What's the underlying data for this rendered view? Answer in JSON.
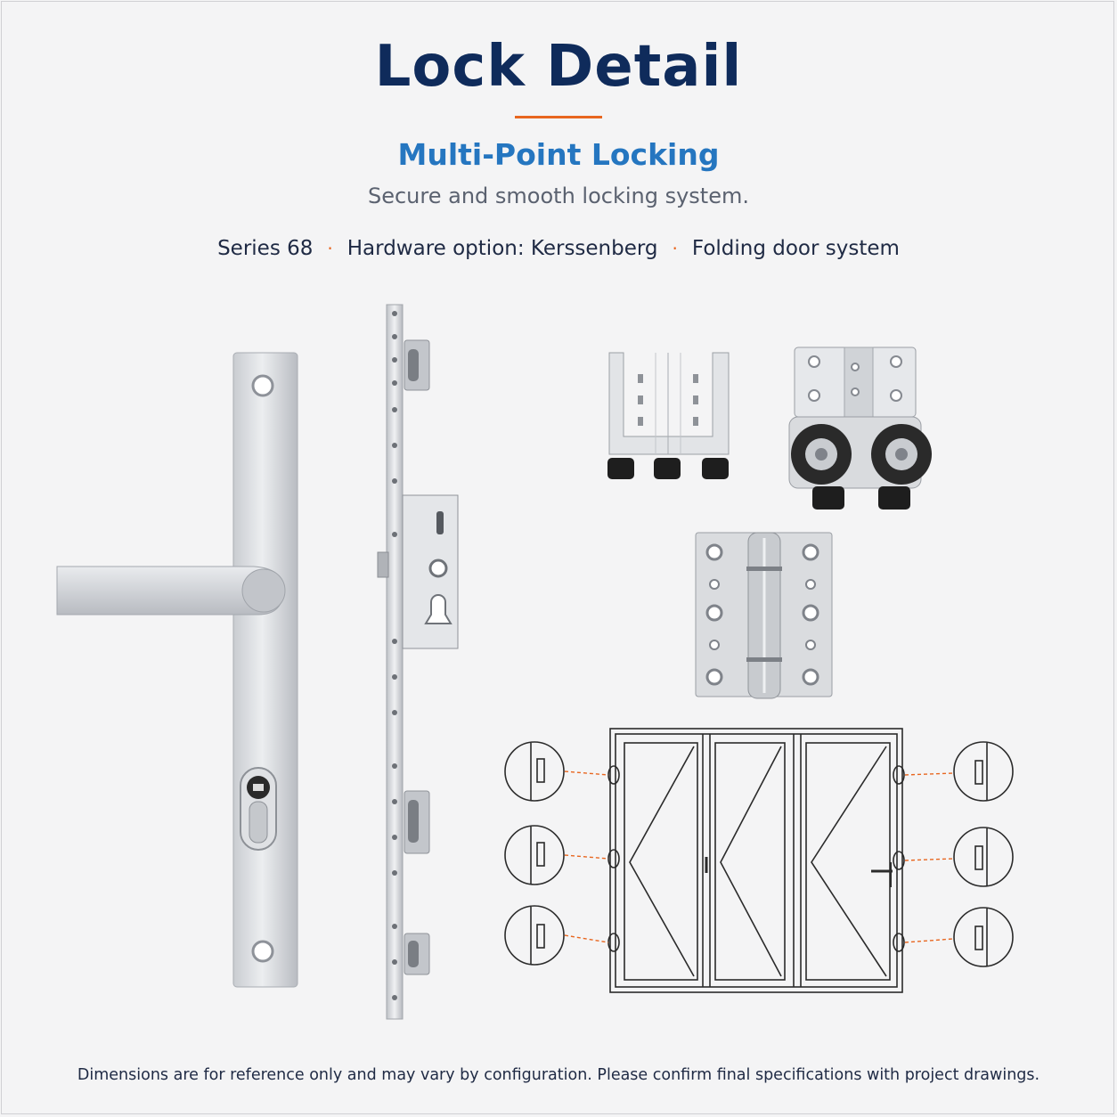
{
  "header": {
    "title": "Lock Detail",
    "subtitle": "Multi-Point Locking",
    "tagline": "Secure and smooth locking system.",
    "meta": [
      "Series 68",
      "Hardware option: Kerssenberg",
      "Folding door system"
    ],
    "separator": "·"
  },
  "footer": {
    "note": "Dimensions are for reference only and may vary by configuration. Please confirm final specifications with project drawings."
  },
  "colors": {
    "title": "#0f2b5b",
    "subtitle": "#2576c0",
    "accent": "#e8661f",
    "metal": "#d6d8dc",
    "dark_part": "#1e1e1e"
  },
  "illustrations": [
    "door-handle-with-cylinder-icon",
    "multi-point-lock-strip-icon",
    "bottom-guide-bracket-icon",
    "roller-carriage-icon",
    "butt-hinge-icon",
    "folding-door-diagram-icon"
  ]
}
